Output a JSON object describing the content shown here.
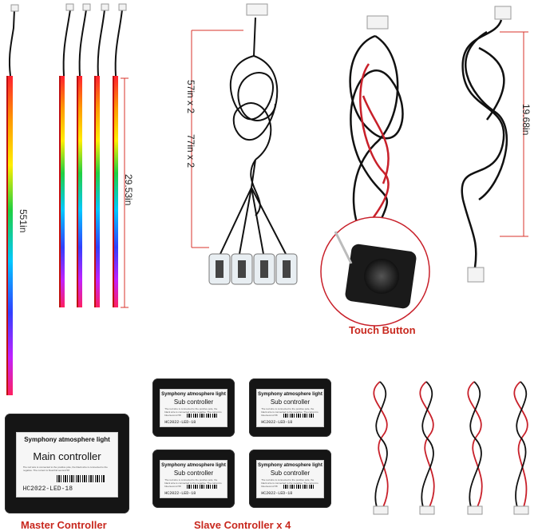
{
  "captions": {
    "master": "Master Controller",
    "slave": "Slave Controller x 4",
    "touch": "Touch Button"
  },
  "dimensions": {
    "long_strip": "551in",
    "short_strips": "29.53in",
    "cable_a": "57in x 2",
    "cable_b": "77in x 2",
    "touch_cable": "19.68in"
  },
  "main_module": {
    "title": "Symphony atmosphere light",
    "subtitle": "Main controller",
    "fine_print": "The red wire is connected to the positive pole, the black wire is connected to the negative. The current is blue/2nd second 58",
    "code": "HC2022-LED-18"
  },
  "sub_modules": [
    {
      "title": "Symphony atmosphere light",
      "subtitle": "Sub controller",
      "fine_print": "The red wire is connected to the positive pole, the black wire is connected to the negative. The current is blue/second 58",
      "code": "HC2022-LED-18"
    },
    {
      "title": "Symphony atmosphere light",
      "subtitle": "Sub controller",
      "fine_print": "The red wire is connected to the positive pole, the black wire is connected to the negative. The current is blue/second 58",
      "code": "HC2022-LED-18"
    },
    {
      "title": "Symphony atmosphere light",
      "subtitle": "Sub controller",
      "fine_print": "The red wire is connected to the positive pole, the black wire is connected to the negative. The current is blue/second 58",
      "code": "HC2022-LED-18"
    },
    {
      "title": "Symphony atmosphere light",
      "subtitle": "Sub controller",
      "fine_print": "The red wire is connected to the positive pole, the black wire is connected to the negative. The current is blue/second 58",
      "code": "HC2022-LED-18"
    }
  ],
  "colors": {
    "caption": "#c8281e",
    "dimension_line": "#d9332b",
    "cable": "#111111",
    "wire_red": "#c8202a"
  }
}
